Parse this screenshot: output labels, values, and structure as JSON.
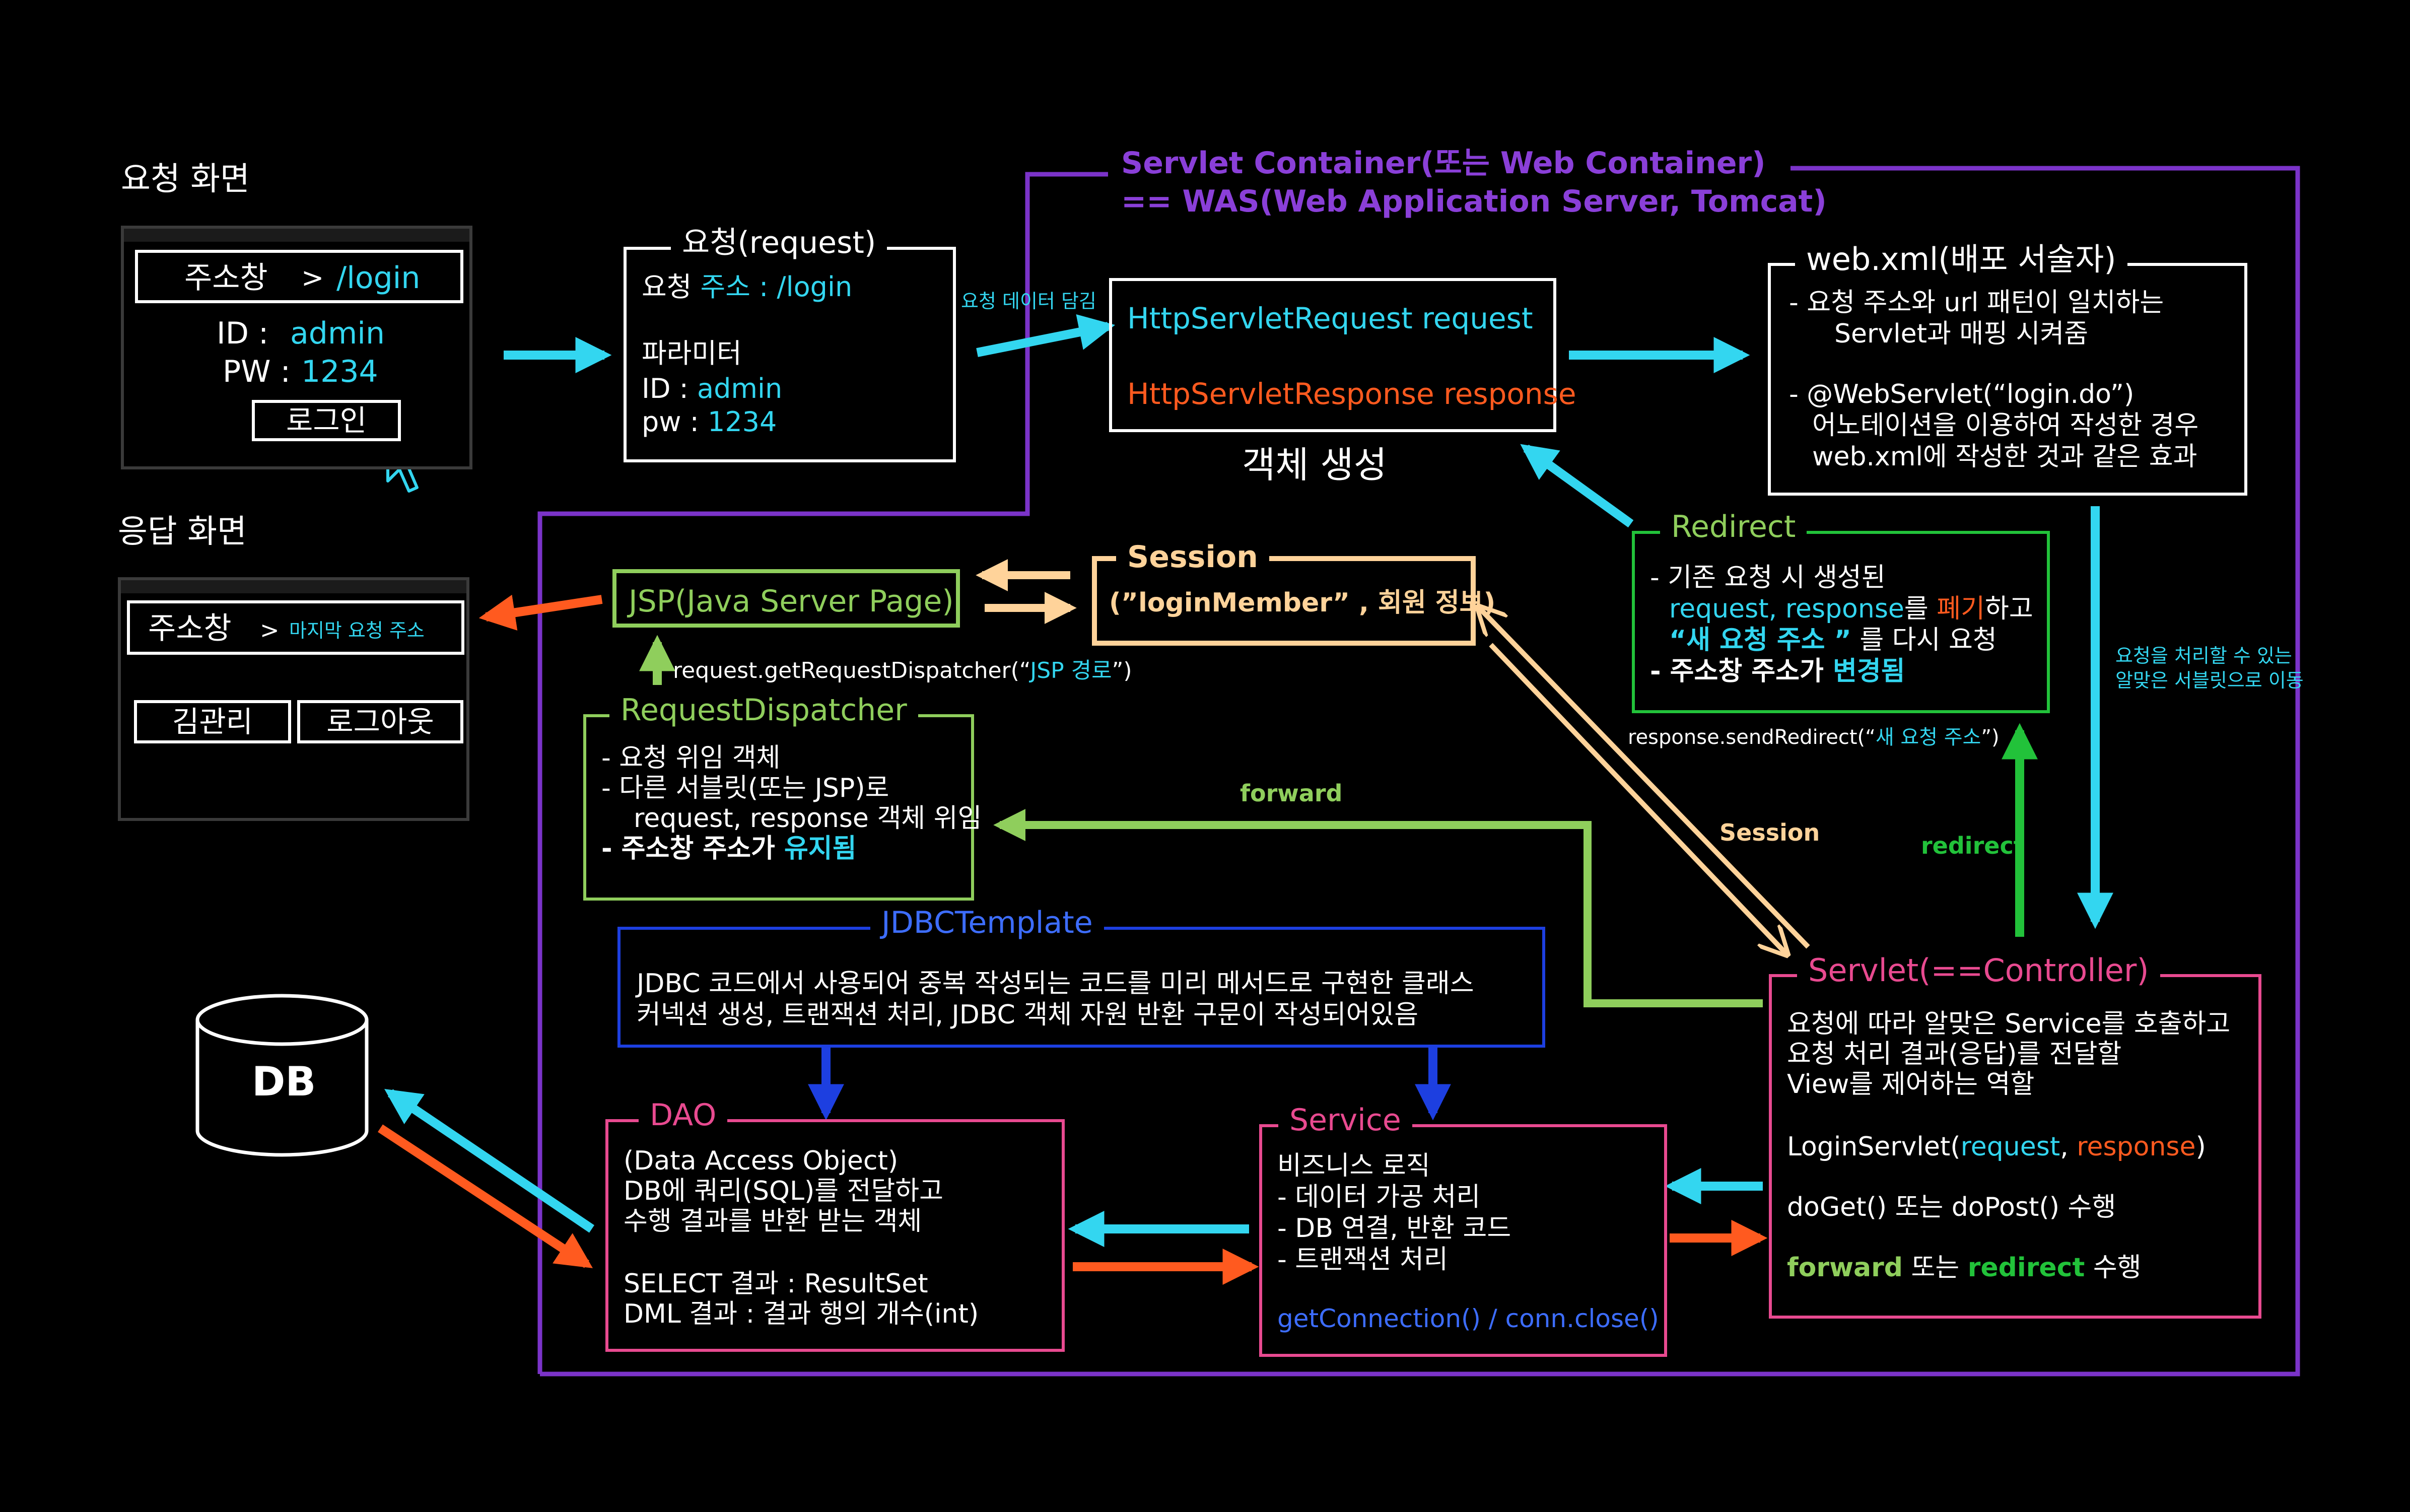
{
  "colors": {
    "background": "#000000",
    "cyan": "#33d6f0",
    "orange": "#ff5a1f",
    "jsp_green": "#8fce5c",
    "redirect_green": "#22c23a",
    "session_beige": "#ffd39a",
    "container_purple": "#7b33c9",
    "jdbc_blue": "#1d3fe0",
    "pink": "#e84a90"
  },
  "request_screen": {
    "title": "요청 화면",
    "address": "주소창",
    "address_sep": ">",
    "address_path": "/login",
    "id_label": "ID   :",
    "id_value": "admin",
    "pw_label": "PW :",
    "pw_value": "1234",
    "login_button": "로그인",
    "cursor_icon": "mouse-cursor-icon"
  },
  "response_screen": {
    "title": "응답 화면",
    "address": "주소창",
    "address_sep": ">",
    "address_path": "마지막 요청 주소",
    "user_button": "김관리",
    "logout_button": "로그아웃"
  },
  "request_box": {
    "title": "요청(request)",
    "addr_label": "요청 ",
    "addr_key": "주소",
    "addr_value": " : /login",
    "params_label": "파라미터",
    "id_label": "ID : ",
    "id_value": "admin",
    "pw_label": "pw : ",
    "pw_value": "1234",
    "arrow_label": "요청 데이터 담김"
  },
  "container": {
    "title_line1": "Servlet Container(또는 Web Container)",
    "title_line2": "== WAS(Web Application Server, Tomcat)"
  },
  "http_objects": {
    "req_type": "HttpServletRequest",
    "req_name": " request",
    "res_type": "HttpServletResponse",
    "res_name": " response",
    "caption": "객체 생성"
  },
  "webxml": {
    "title": "web.xml(배포 서술자)",
    "line1": "-   요청 주소와 url 패턴이 일치하는",
    "line2": "Servlet과 매핑 시켜줌",
    "line3": "-   @WebServlet(“login.do”)",
    "line4": "어노테이션을 이용하여 작성한 경우",
    "line5": "web.xml에 작성한 것과 같은 효과",
    "arrow_label_1": "요청을 처리할 수 있는",
    "arrow_label_2": "알맞은 서블릿으로 이동"
  },
  "redirect_box": {
    "title": "Redirect",
    "line1": "- 기존 요청 시 생성된",
    "line2_a": "request, response",
    "line2_b": "를 ",
    "line2_c": "폐기",
    "line2_d": "하고",
    "line3_a": "“새 요청 주소 ”",
    "line3_b": " 를 다시 요청",
    "line4_a": "- 주소창 주소가 ",
    "line4_b": "변경됨",
    "send_a": "response.sendRedirect(“",
    "send_b": "새 요청 주소",
    "send_c": "”)",
    "arrow_label": "redirect"
  },
  "session_box": {
    "title": "Session",
    "content": "(”loginMember” , 회원 정보)",
    "arrow_label": "Session"
  },
  "jsp_box": {
    "title": "JSP(Java Server Page)",
    "dispatch_a": "request.getRequestDispatcher(“",
    "dispatch_b": "JSP 경로",
    "dispatch_c": "”)"
  },
  "dispatcher_box": {
    "title": "RequestDispatcher",
    "line1": "-    요청 위임 객체",
    "line2": "-    다른 서블릿(또는 JSP)로",
    "line3": "request, response 객체 위임",
    "line4_a": "-    주소창 주소가 ",
    "line4_b": "유지됨",
    "arrow_label": "forward"
  },
  "jdbc_box": {
    "title": "JDBCTemplate",
    "line1": "JDBC 코드에서 사용되어 중복 작성되는 코드를 미리 메서드로 구현한 클래스",
    "line2": "커넥션 생성, 트랜잭션 처리, JDBC 객체 자원 반환 구문이 작성되어있음"
  },
  "db": {
    "label": "DB"
  },
  "dao_box": {
    "title": "DAO",
    "line1": "(Data Access Object)",
    "line2": "DB에 쿼리(SQL)를 전달하고",
    "line3": "수행 결과를 반환 받는 객체",
    "line4": "SELECT 결과 : ResultSet",
    "line5": "DML      결과 : 결과 행의 개수(int)"
  },
  "service_box": {
    "title": "Service",
    "line1": "비즈니스 로직",
    "line2": "-   데이터 가공 처리",
    "line3": "-   DB 연결, 반환 코드",
    "line4": "-   트랜잭션 처리",
    "line5": "getConnection()   / conn.close()"
  },
  "servlet_box": {
    "title": "Servlet(==Controller)",
    "line1": "요청에 따라 알맞은 Service를 호출하고",
    "line2": "요청 처리 결과(응답)를 전달할",
    "line3": "View를 제어하는 역할",
    "line4_a": "LoginServlet(",
    "line4_b": "request",
    "line4_c": ", ",
    "line4_d": "response",
    "line4_e": ")",
    "line5": "doGet() 또는 doPost() 수행",
    "line6_a": "forward",
    "line6_b": " 또는 ",
    "line6_c": "redirect",
    "line6_d": " 수행"
  }
}
